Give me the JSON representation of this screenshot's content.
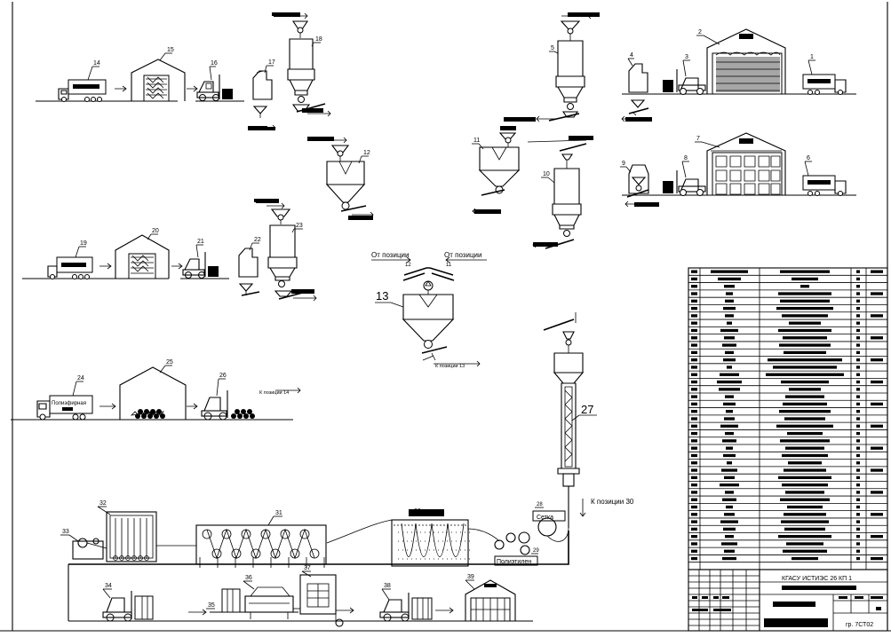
{
  "numbers": {
    "n1": "1",
    "n2": "2",
    "n3": "3",
    "n4": "4",
    "n5": "5",
    "n6": "6",
    "n7": "7",
    "n8": "8",
    "n9": "9",
    "n10": "10",
    "n11": "11",
    "n12": "12",
    "n13": "13",
    "n14": "14",
    "n15": "15",
    "n16": "16",
    "n17": "17",
    "n18": "18",
    "n19": "19",
    "n20": "20",
    "n21": "21",
    "n22": "22",
    "n23": "23",
    "n24": "24",
    "n25": "25",
    "n26": "26",
    "n27": "27",
    "n28": "28",
    "n29": "29",
    "n30": "30",
    "n31": "31",
    "n32": "32",
    "n33": "33",
    "n34": "34",
    "n35": "35",
    "n36": "36",
    "n37": "37",
    "n38": "38",
    "n39": "39"
  },
  "labels": {
    "from_position_left": "От позиции",
    "from_position_right": "От позиции",
    "from_pos_12": "12",
    "from_pos_11": "11",
    "to_position_14": "К позиции 14",
    "to_position_13": "К позиции 13",
    "to_position_30": "К позиции 30",
    "truck_24_text": "Полиэфирная",
    "setka": "Сетка",
    "polietilen": "Полиэтилен"
  },
  "title_block": {
    "project_code": "КГАСУ ИСТИЭС 26 КП 1",
    "sheet_code": "гр. 7СТ02"
  },
  "colors": {
    "line": "#000000",
    "background": "#ffffff"
  }
}
